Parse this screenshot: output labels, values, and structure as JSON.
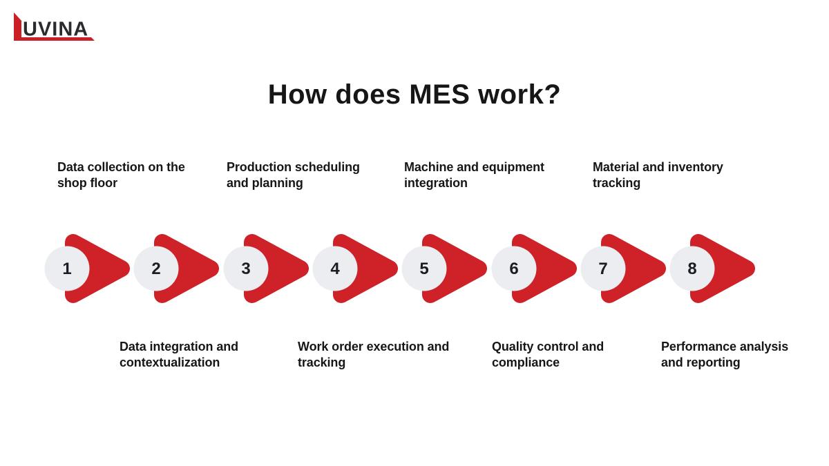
{
  "logo": {
    "wordmark": "UVINA"
  },
  "title": "How does MES work?",
  "colors": {
    "arrow_red": "#ce2128",
    "logo_red": "#cb1f26",
    "circle_fill": "#ecedf1",
    "number_color": "#1b1c24",
    "text_color": "#161616",
    "logo_text_color": "#2b2a2e",
    "background": "#ffffff"
  },
  "steps": [
    {
      "number": "1",
      "label": "Data collection on the\nshop floor",
      "label_position": "top"
    },
    {
      "number": "2",
      "label": "Data integration and\ncontextualization",
      "label_position": "bottom"
    },
    {
      "number": "3",
      "label": "Production scheduling\nand planning",
      "label_position": "top"
    },
    {
      "number": "4",
      "label": "Work order execution and\ntracking",
      "label_position": "bottom"
    },
    {
      "number": "5",
      "label": "Machine and equipment\nintegration",
      "label_position": "top"
    },
    {
      "number": "6",
      "label": "Quality control and\ncompliance",
      "label_position": "bottom"
    },
    {
      "number": "7",
      "label": "Material and inventory\ntracking",
      "label_position": "top"
    },
    {
      "number": "8",
      "label": "Performance analysis\nand reporting",
      "label_position": "bottom"
    }
  ]
}
